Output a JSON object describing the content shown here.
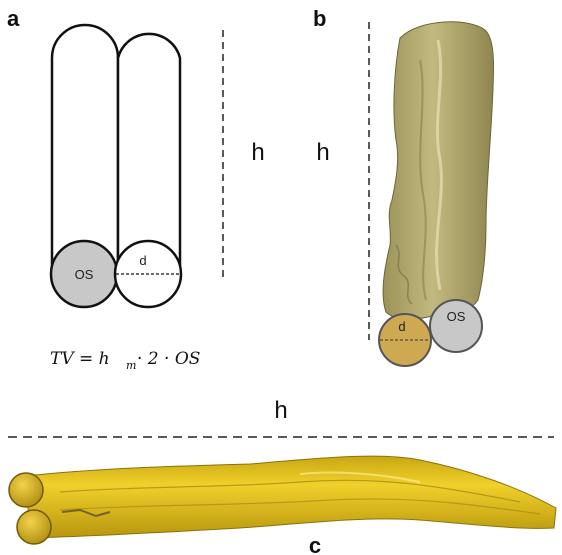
{
  "panels": {
    "a": {
      "letter": "a",
      "height_label": "h",
      "circle_left_label": "OS",
      "circle_right_label": "d",
      "equation": {
        "prefix": "TV = h",
        "subscript": "m",
        "suffix": "· 2 · OS"
      }
    },
    "b": {
      "letter": "b",
      "height_label": "h",
      "circle_left_label": "d",
      "circle_right_label": "OS"
    },
    "c": {
      "letter": "c",
      "height_label": "h"
    }
  },
  "colors": {
    "os_fill": "#c8c8c8",
    "tissue_yellow": "#e2bf1c",
    "tissue_dark": "#a08716",
    "specimen_green": "#b6ac6b"
  }
}
